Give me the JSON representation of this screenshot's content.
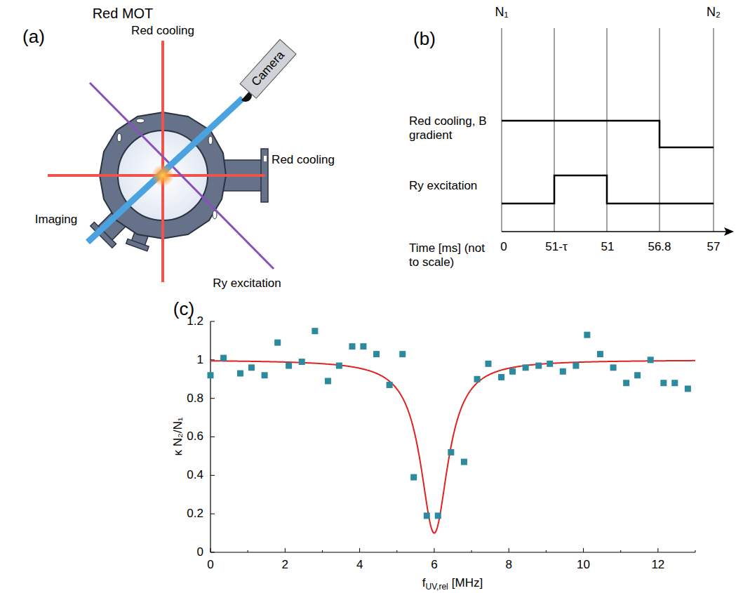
{
  "diagram": {
    "nodes": [
      {
        "text": [
          "Camera"
        ]
      }
    ],
    "labels": [
      "Red MOT",
      "(a)",
      "Red cooling",
      "Red cooling",
      "Imaging",
      "Ry excitation",
      "(b)",
      "N₁",
      "N₂",
      "Red cooling, B gradient",
      "Ry excitation",
      "Time [ms] (not to scale)",
      "0",
      "51-τ",
      "51",
      "56.8",
      "57",
      "(c)",
      "0",
      "0.2",
      "0.4",
      "0.6",
      "0.8",
      "1",
      "1.2",
      "0",
      "2",
      "4",
      "6",
      "8",
      "10",
      "12",
      "κ N₂/N₁",
      "f",
      "UV,rel",
      "[MHz]"
    ]
  }
}
